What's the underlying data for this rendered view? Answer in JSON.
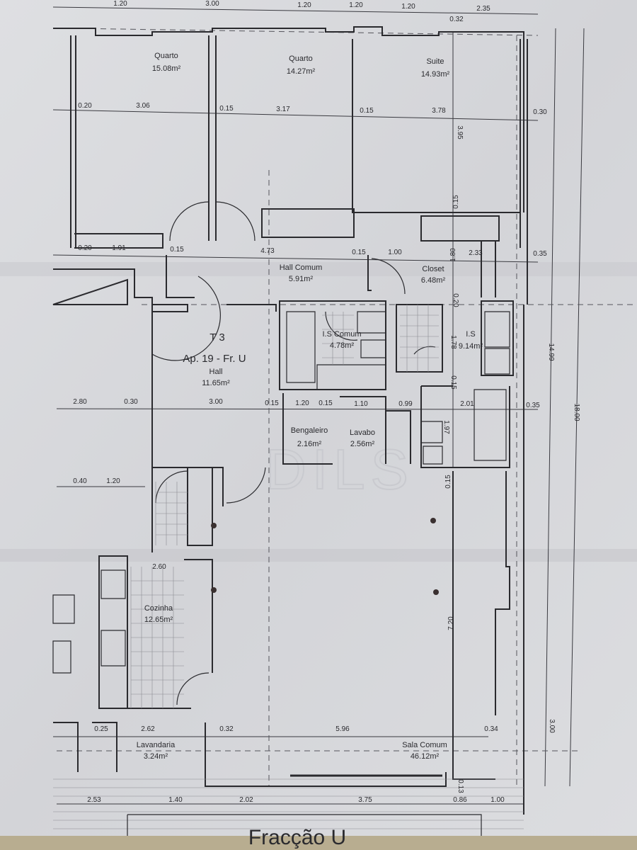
{
  "plan": {
    "unit_label": "T 3",
    "unit_id": "Ap. 19 - Fr. U",
    "watermark": "DILS",
    "footer_title": "Fracção U",
    "rooms": [
      {
        "name": "Quarto",
        "area": "15.08m²"
      },
      {
        "name": "Quarto",
        "area": "14.27m²"
      },
      {
        "name": "Suite",
        "area": "14.93m²"
      },
      {
        "name": "Hall Comum",
        "area": "5.91m²"
      },
      {
        "name": "Closet",
        "area": "6.48m²"
      },
      {
        "name": "I.S Comum",
        "area": "4.78m²"
      },
      {
        "name": "I.S",
        "area": "9.14m²"
      },
      {
        "name": "Hall",
        "area": "11.65m²"
      },
      {
        "name": "Bengaleiro",
        "area": "2.16m²"
      },
      {
        "name": "Lavabo",
        "area": "2.56m²"
      },
      {
        "name": "Cozinha",
        "area": "12.65m²"
      },
      {
        "name": "Lavandaria",
        "area": "3.24m²"
      },
      {
        "name": "Sala Comum",
        "area": "46.12m²"
      }
    ],
    "dims_top": [
      "1.20",
      "3.00",
      "1.20",
      "1.20",
      "1.20",
      "2.35",
      "0.32"
    ],
    "dims_row1": [
      "0.20",
      "3.06",
      "0.15",
      "3.17",
      "0.15",
      "3.78",
      "0.30"
    ],
    "dims_row2": [
      "0.20",
      "1.91",
      "0.15",
      "4.73",
      "0.15",
      "1.00",
      "2.33",
      "0.35"
    ],
    "dims_row3": [
      "2.80",
      "0.30",
      "3.00",
      "0.15",
      "1.20",
      "0.15",
      "1.10",
      "0.99",
      "2.01",
      "0.35"
    ],
    "dims_row4": [
      "0.40",
      "1.20"
    ],
    "dims_kitchen": [
      "2.60"
    ],
    "dims_row5": [
      "0.25",
      "2.62",
      "0.32",
      "5.96",
      "0.34"
    ],
    "dims_row6": [
      "2.53",
      "1.40",
      "2.02",
      "3.75",
      "0.86",
      "1.00"
    ],
    "dims_vertical": [
      "3.95",
      "0.15",
      "1.80",
      "0.20",
      "1.78",
      "0.15",
      "1.97",
      "0.15",
      "7.20",
      "14.99",
      "18.00",
      "3.00",
      "0.13"
    ]
  }
}
